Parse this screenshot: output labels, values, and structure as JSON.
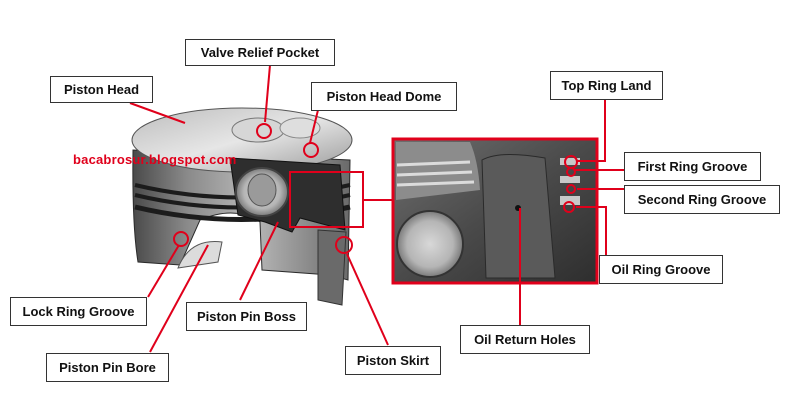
{
  "watermark": "bacabrosur.blogspot.com",
  "labels": {
    "valve_relief_pocket": "Valve Relief Pocket",
    "piston_head": "Piston Head",
    "piston_head_dome": "Piston Head Dome",
    "top_ring_land": "Top Ring Land",
    "first_ring_groove": "First Ring Groove",
    "second_ring_groove": "Second Ring Groove",
    "oil_ring_groove": "Oil Ring Groove",
    "oil_return_holes": "Oil Return Holes",
    "lock_ring_groove": "Lock Ring Groove",
    "piston_pin_boss": "Piston Pin Boss",
    "piston_pin_bore": "Piston Pin Bore",
    "piston_skirt": "Piston Skirt"
  },
  "colors": {
    "accent": "#e0001b",
    "label_border": "#333333",
    "metal_light": "#c9c9c9",
    "metal_dark": "#3a3a3a"
  }
}
